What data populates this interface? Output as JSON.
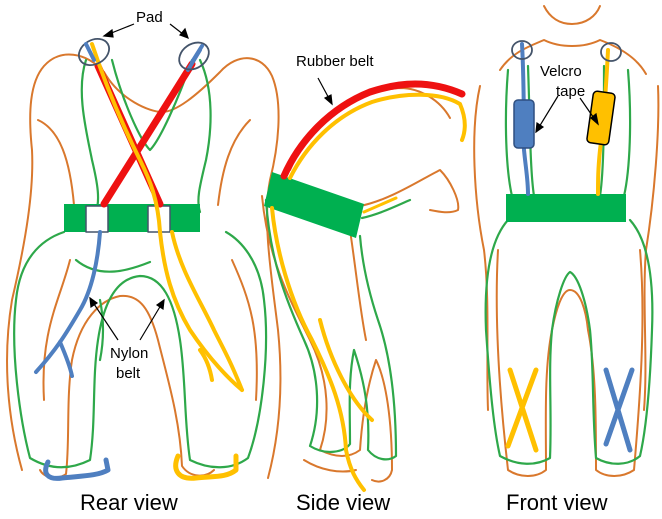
{
  "labels": {
    "pad": "Pad",
    "rubber_belt": "Rubber belt",
    "velcro_line1": "Velcro",
    "velcro_line2": "tape",
    "nylon_line1": "Nylon",
    "nylon_line2": "belt"
  },
  "captions": {
    "rear": "Rear view",
    "side": "Side view",
    "front": "Front view"
  },
  "colors": {
    "body_outline": "#d9782d",
    "suit_outline": "#2ea84a",
    "waist_belt": "#00b050",
    "rubber_belt": "#ee1111",
    "nylon_yellow": "#ffc000",
    "nylon_blue": "#4f7fc0",
    "pad_ring": "#44546a"
  }
}
